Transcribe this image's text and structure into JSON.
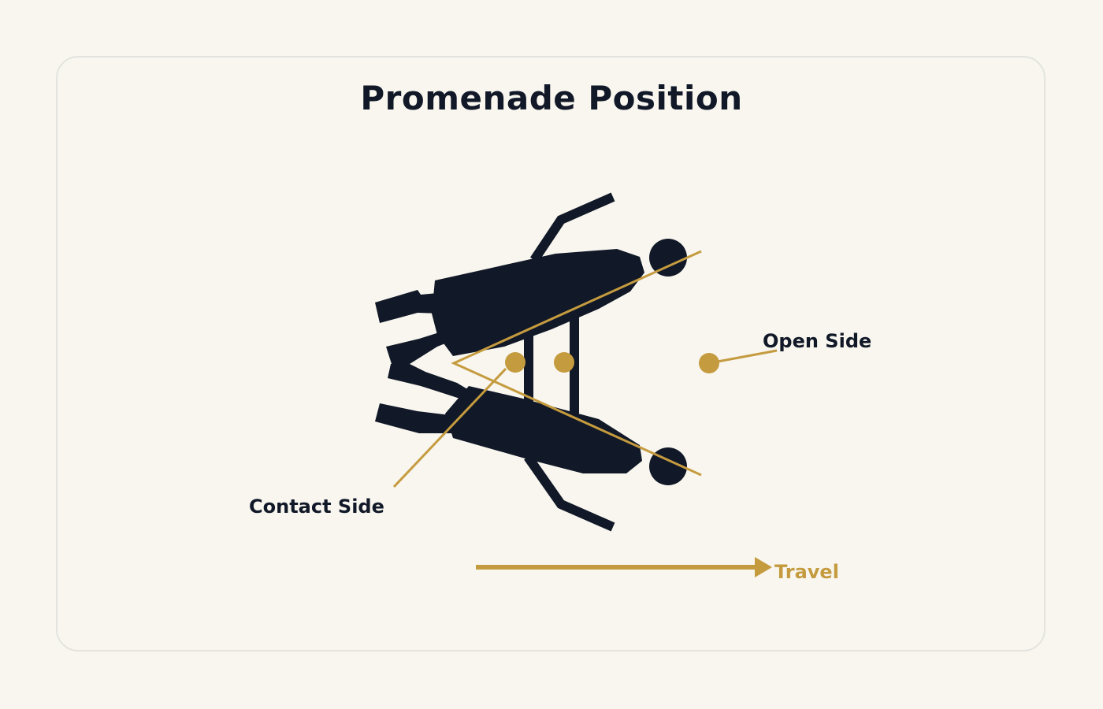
{
  "title": "Promenade Position",
  "labels": {
    "open_side": "Open Side",
    "contact_side": "Contact Side",
    "travel": "Travel"
  },
  "colors": {
    "background": "#f8f6ef",
    "card_border": "#e3e3e0",
    "figure": "#111827",
    "accent": "#c59b3f",
    "text": "#111827"
  }
}
